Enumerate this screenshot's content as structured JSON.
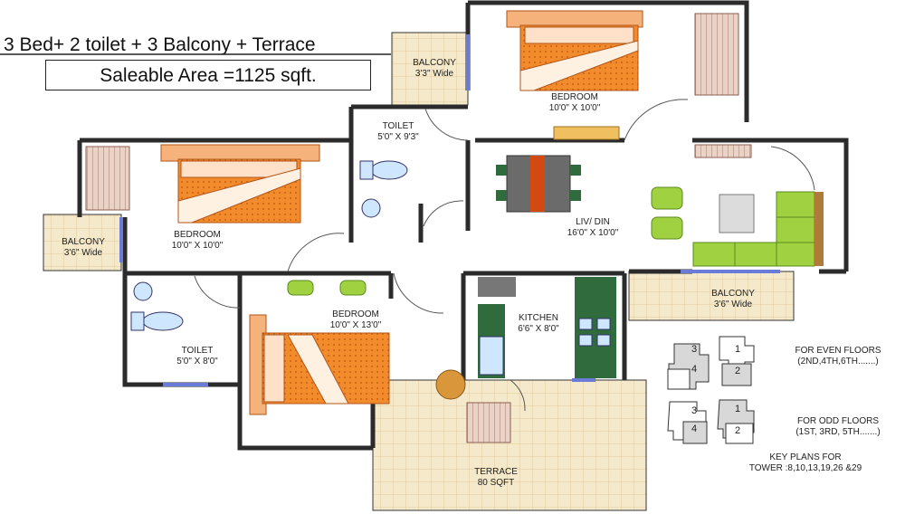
{
  "header": {
    "title": "3 Bed+ 2 toilet + 3 Balcony + Terrace",
    "area": "Saleable Area =1125 sqft."
  },
  "rooms": {
    "balcony_top": {
      "name": "BALCONY",
      "size": "3'3\" Wide"
    },
    "bedroom_top": {
      "name": "BEDROOM",
      "size": "10'0\" X 10'0\""
    },
    "toilet_top": {
      "name": "TOILET",
      "size": "5'0\" X 9'3\""
    },
    "bedroom_left": {
      "name": "BEDROOM",
      "size": "10'0\" X 10'0\""
    },
    "balcony_left": {
      "name": "BALCONY",
      "size": "3'6\" Wide"
    },
    "liv_din": {
      "name": "LIV/ DIN",
      "size": "16'0\" X 10'0\""
    },
    "kitchen": {
      "name": "KITCHEN",
      "size": "6'6\" X 8'0\""
    },
    "bedroom_mid": {
      "name": "BEDROOM",
      "size": "10'0\" X 13'0\""
    },
    "toilet_left": {
      "name": "TOILET",
      "size": "5'0\" X 8'0\""
    },
    "balcony_right": {
      "name": "BALCONY",
      "size": "3'6\" Wide"
    },
    "terrace": {
      "name": "TERRACE",
      "size": "80 SQFT"
    }
  },
  "key_plans": {
    "even": {
      "line1": "FOR EVEN FLOORS",
      "line2": "(2ND,4TH,6TH.......)",
      "units": [
        "3",
        "1",
        "4",
        "2"
      ]
    },
    "odd": {
      "line1": "FOR ODD FLOORS",
      "line2": "(1ST, 3RD, 5TH.......)",
      "units": [
        "3",
        "1",
        "4",
        "2"
      ]
    },
    "caption1": "KEY PLANS FOR",
    "caption2": "TOWER :8,10,13,19,26 &29"
  },
  "colors": {
    "wall": "#2b2b2b",
    "floor_tile": "#f3e6c6",
    "bed": "#f08a2a",
    "furniture": "#9fd140",
    "kitchen_counter": "#2f6b3d",
    "door": "#c89030",
    "glass": "#6a7cd8"
  }
}
